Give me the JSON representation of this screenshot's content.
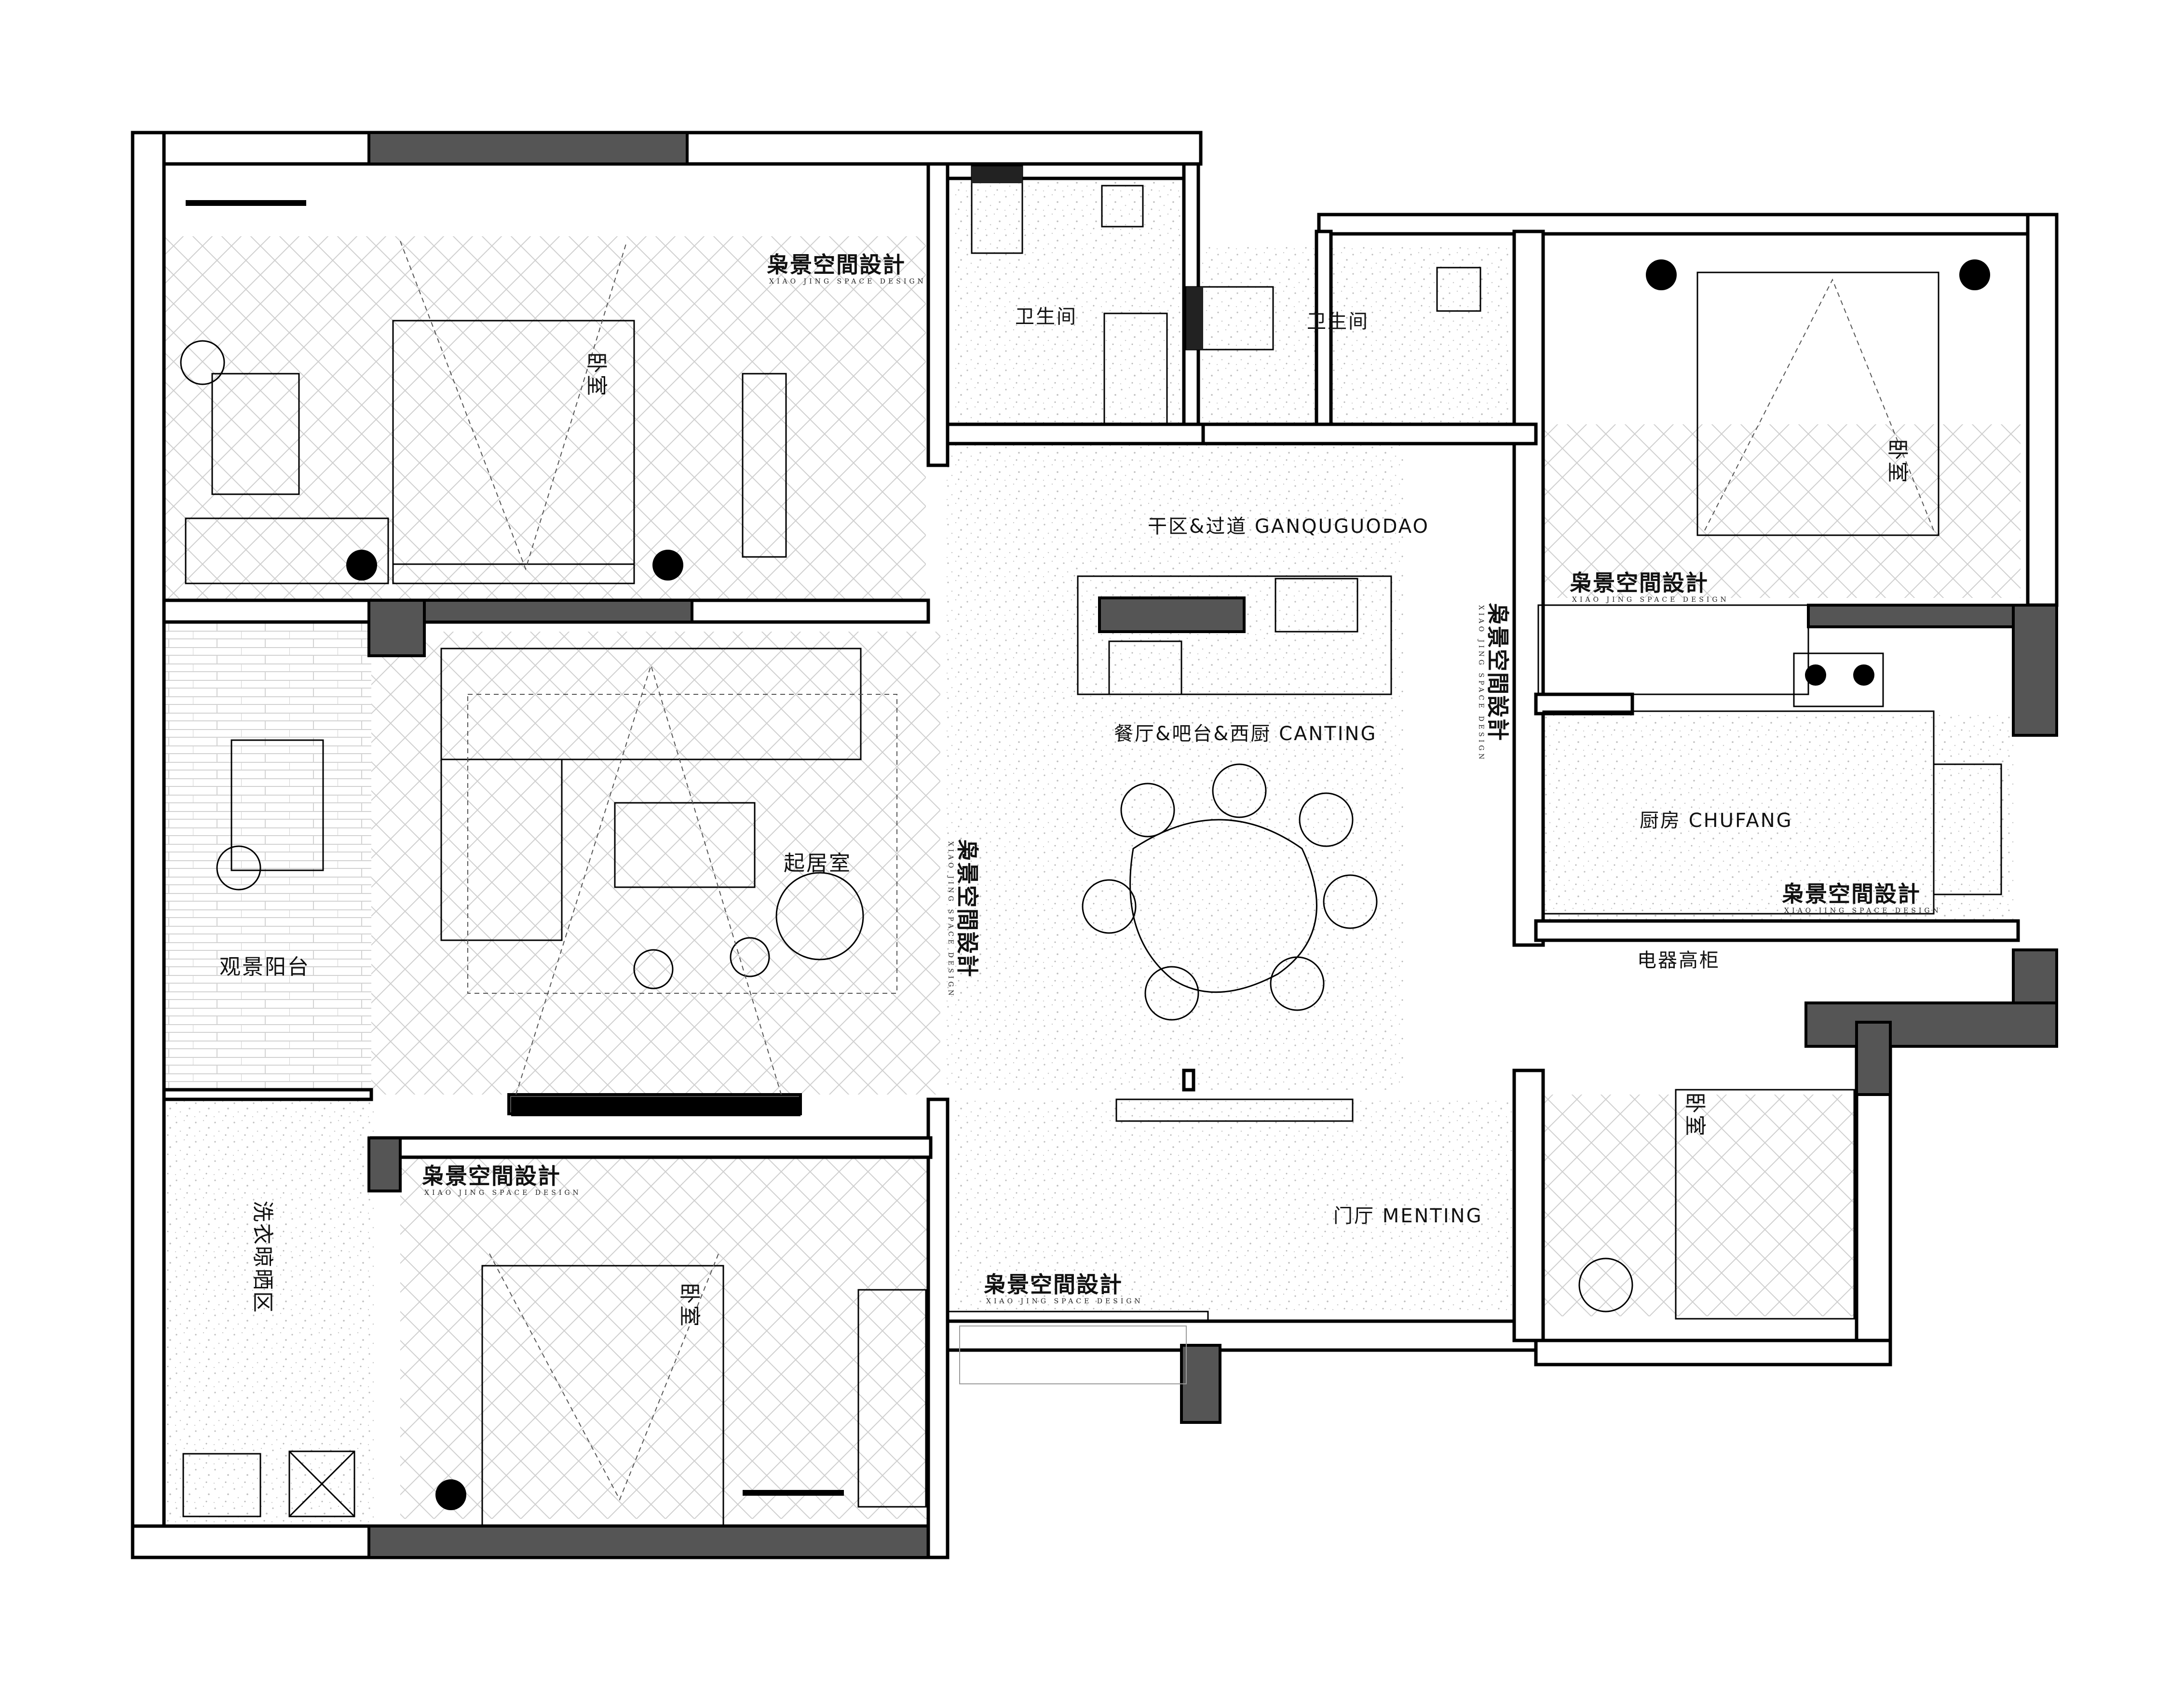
{
  "rooms": {
    "bedroom_nw": "卧室",
    "bathroom_1": "卫生间",
    "bathroom_2": "卫生间",
    "bedroom_ne": "卧室",
    "dry_zone": "干区&过道 GANQUGUODAO",
    "dining": "餐厅&吧台&西厨 CANTING",
    "living": "起居室",
    "balcony": "观景阳台",
    "kitchen": "厨房 CHUFANG",
    "appliance_cabinet": "电器高柜",
    "laundry": "洗衣晾晒区",
    "bedroom_sw": "卧室",
    "foyer": "门厅 MENTING",
    "bedroom_se": "卧室"
  },
  "watermark": {
    "name": "枭景空間設計",
    "sub": "XIAO JING SPACE DESIGN"
  },
  "colors": {
    "wall_fill": "#555555",
    "line": "#000000",
    "background": "#ffffff"
  }
}
